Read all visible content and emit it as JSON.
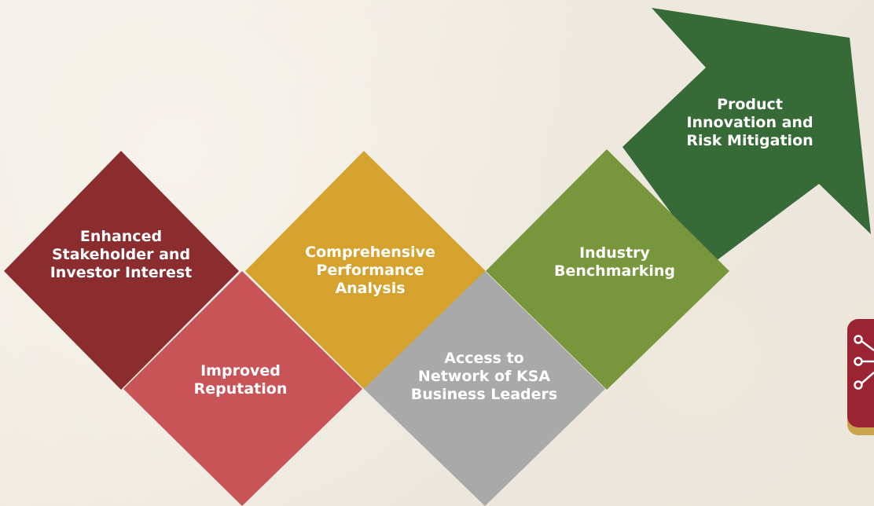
{
  "steps": [
    {
      "label": "Enhanced\nStakeholder and\nInvestor Interest",
      "color": "#8b2c2f"
    },
    {
      "label": "Improved\nReputation",
      "color": "#c85457"
    },
    {
      "label": "Comprehensive\nPerformance\nAnalysis",
      "color": "#d5a22e"
    },
    {
      "label": "Access to\nNetwork of KSA\nBusiness Leaders",
      "color": "#a9a9aa"
    },
    {
      "label": "Industry\nBenchmarking",
      "color": "#78973c"
    },
    {
      "label": "Product\nInnovation and\nRisk Mitigation",
      "color": "#366a37"
    }
  ],
  "logo_colors": {
    "primary": "#9b2433",
    "accent": "#c9a34e"
  },
  "icons": [
    "network-icon"
  ]
}
